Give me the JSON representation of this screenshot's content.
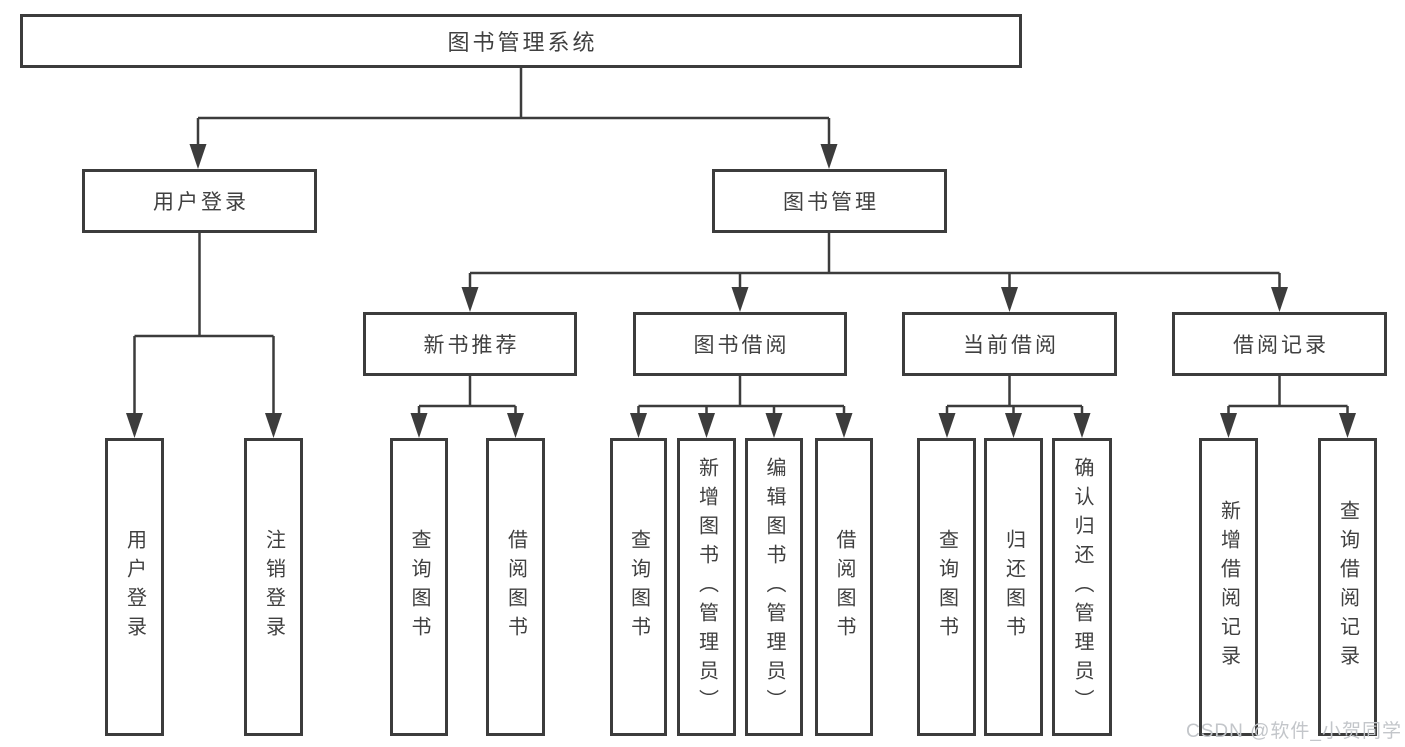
{
  "diagram": {
    "root": {
      "label": "图书管理系统"
    },
    "branches": [
      {
        "label": "用户登录",
        "children": [
          {
            "label": "用户登录"
          },
          {
            "label": "注销登录"
          }
        ]
      },
      {
        "label": "图书管理",
        "sections": [
          {
            "label": "新书推荐",
            "children": [
              {
                "label": "查询图书"
              },
              {
                "label": "借阅图书"
              }
            ]
          },
          {
            "label": "图书借阅",
            "children": [
              {
                "label": "查询图书"
              },
              {
                "label": "新增图书（管理员）"
              },
              {
                "label": "编辑图书（管理员）"
              },
              {
                "label": "借阅图书"
              }
            ]
          },
          {
            "label": "当前借阅",
            "children": [
              {
                "label": "查询图书"
              },
              {
                "label": "归还图书"
              },
              {
                "label": "确认归还（管理员）"
              }
            ]
          },
          {
            "label": "借阅记录",
            "children": [
              {
                "label": "新增借阅记录"
              },
              {
                "label": "查询借阅记录"
              }
            ]
          }
        ]
      }
    ]
  },
  "watermark": {
    "text": "CSDN @软件_小贺同学"
  },
  "colors": {
    "line": "#3c3c3c",
    "box_border": "#3c3c3c",
    "text": "#404040",
    "background": "#ffffff",
    "watermark": "#c3c6ca"
  }
}
